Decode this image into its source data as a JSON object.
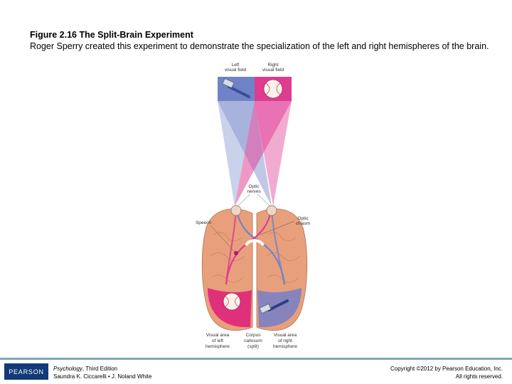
{
  "header": {
    "title": "Figure 2.16 The Split-Brain Experiment",
    "subtitle": "Roger Sperry created this experiment to demonstrate the specialization of the left and right hemispheres of the brain."
  },
  "figure": {
    "left_field": [
      "Left",
      "visual field"
    ],
    "right_field": [
      "Right",
      "visual field"
    ],
    "optic_nerves": [
      "Optic",
      "nerves"
    ],
    "optic_chiasm": [
      "Optic",
      "chiasm"
    ],
    "speech": "Speech",
    "visual_left": [
      "Visual area",
      "of left",
      "hemisphere"
    ],
    "corpus": [
      "Corpus",
      "callosum",
      "(split)"
    ],
    "visual_right": [
      "Visual area",
      "of right",
      "hemisphere"
    ],
    "colors": {
      "left_field": "#6f84c6",
      "right_field": "#de3c8e",
      "brain": "#e8a07c"
    },
    "icons": [
      "hammer-icon",
      "baseball-icon"
    ]
  },
  "footer": {
    "logo": "PEARSON",
    "book_title": "Psychology",
    "book_edition": ", Third Edition",
    "authors": "Saundra K. Ciccarelli • J. Noland White",
    "copyright": "Copyright ©2012 by Pearson Education, Inc.",
    "rights": "All rights reserved."
  }
}
